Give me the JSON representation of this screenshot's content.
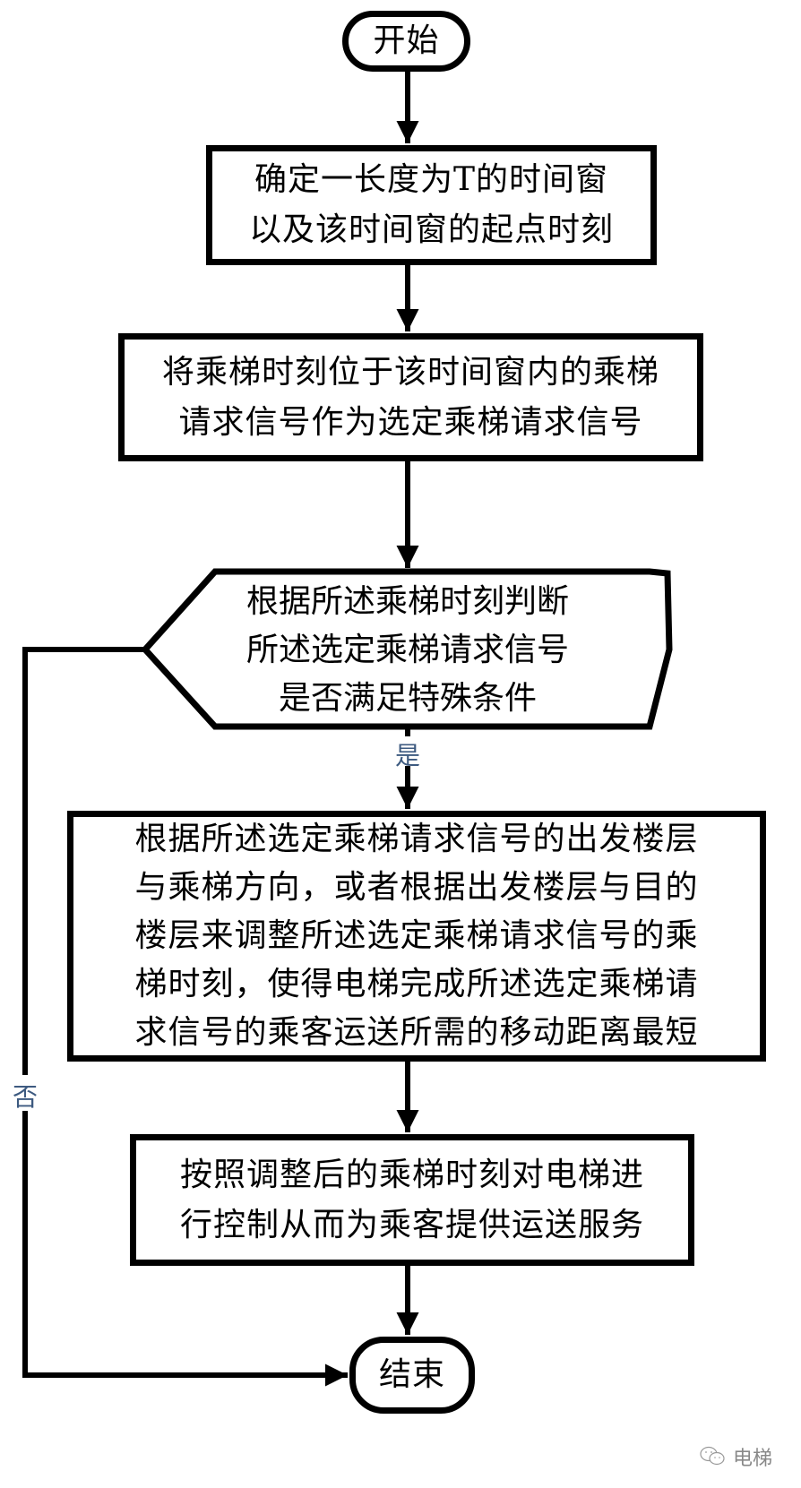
{
  "flowchart": {
    "start": "开始",
    "step1": "确定一长度为T的时间窗\n以及该时间窗的起点时刻",
    "step2": "将乘梯时刻位于该时间窗内的乘梯\n请求信号作为选定乘梯请求信号",
    "decision": "根据所述乘梯时刻判断\n所述选定乘梯请求信号\n是否满足特殊条件",
    "yes_label": "是",
    "no_label": "否",
    "step3": "根据所述选定乘梯请求信号的出发楼层\n与乘梯方向，或者根据出发楼层与目的\n楼层来调整所述选定乘梯请求信号的乘\n梯时刻，使得电梯完成所述选定乘梯请\n求信号的乘客运送所需的移动距离最短",
    "step4": "按照调整后的乘梯时刻对电梯进\n行控制从而为乘客提供运送服务",
    "end": "结束"
  },
  "watermark": {
    "icon": "wechat-icon",
    "text": "电梯"
  }
}
